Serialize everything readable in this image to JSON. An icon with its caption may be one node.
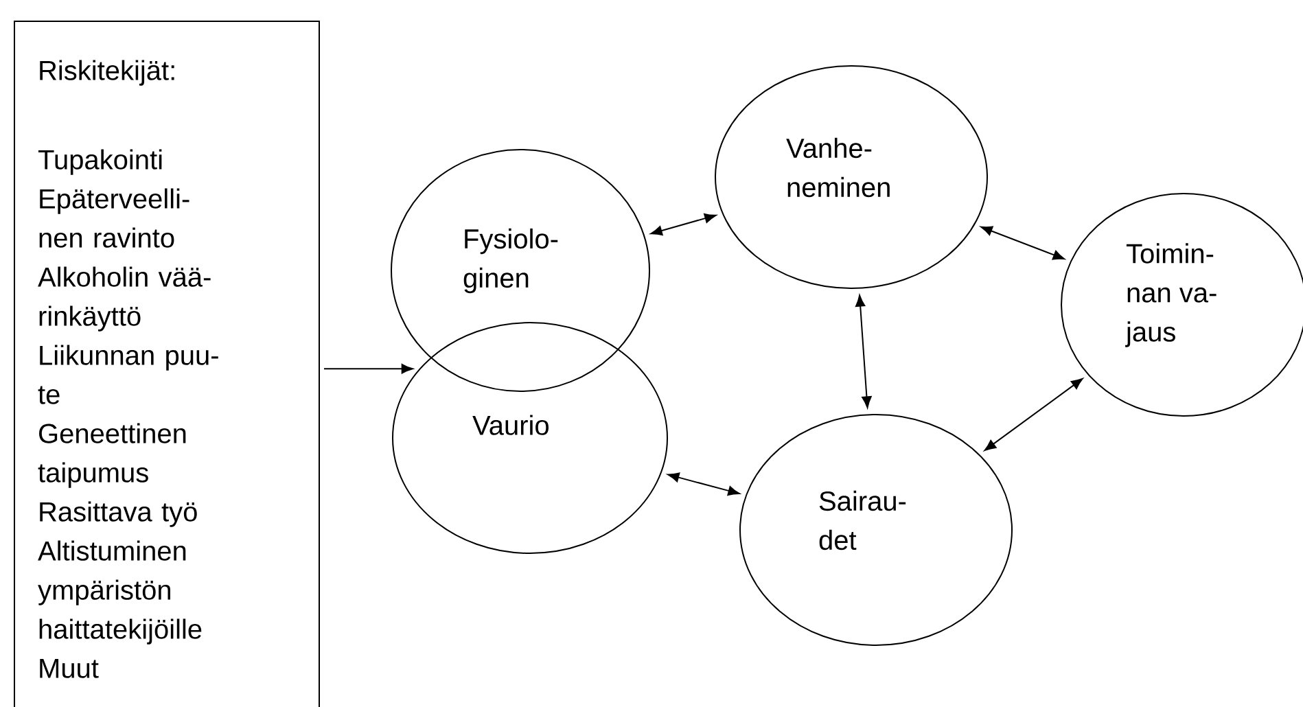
{
  "diagram": {
    "nodes": [
      {
        "text": [
          "Riskitekijät:",
          "Tupakointi",
          "Epäterveelli- nen ravinto",
          "Alkoholin vää- rinkäyttö",
          "Liikunnan puu- te",
          "Geneettinen taipumus",
          "Rasittava työ",
          "Altistuminen ympäristön haittatekijöille",
          "Muut"
        ]
      },
      {
        "text": [
          "Fysiolo- ginen"
        ]
      },
      {
        "text": [
          "Vaurio"
        ]
      },
      {
        "text": [
          "Vanhe- neminen"
        ]
      },
      {
        "text": [
          "Sairau- det"
        ]
      },
      {
        "text": [
          "Toimin- nan va- jaus"
        ]
      }
    ],
    "edges": [
      {
        "from": 0,
        "to": 2,
        "arrow": "to"
      },
      {
        "from": 1,
        "to": 3,
        "arrow": "both"
      },
      {
        "from": 3,
        "to": 5,
        "arrow": "both"
      },
      {
        "from": 3,
        "to": 4,
        "arrow": "both"
      },
      {
        "from": 2,
        "to": 4,
        "arrow": "both"
      },
      {
        "from": 4,
        "to": 5,
        "arrow": "both"
      }
    ]
  }
}
